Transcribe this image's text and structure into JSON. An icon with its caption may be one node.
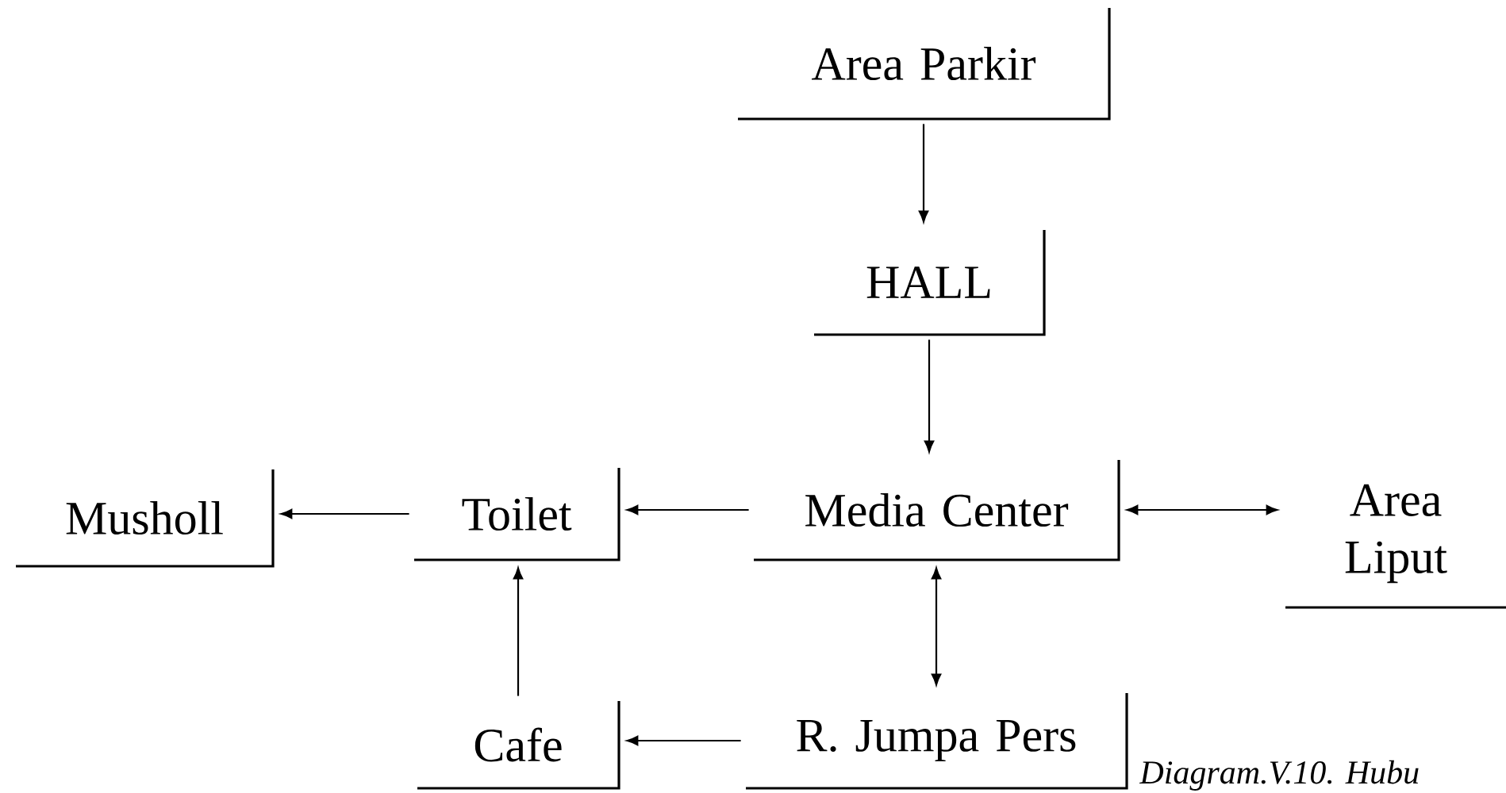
{
  "diagram": {
    "caption": "Diagram.V.10. Hubu",
    "nodes": [
      {
        "text": [
          "Area Parkir"
        ]
      },
      {
        "text": [
          "HALL"
        ]
      },
      {
        "text": [
          "Musholl"
        ]
      },
      {
        "text": [
          "Toilet"
        ]
      },
      {
        "text": [
          "Media Center"
        ]
      },
      {
        "text": [
          "Area Liput"
        ]
      },
      {
        "text": [
          "Cafe"
        ]
      },
      {
        "text": [
          "R. Jumpa Pers"
        ]
      }
    ],
    "edges": [
      {
        "from": 0,
        "to": 1,
        "arrow": "to"
      },
      {
        "from": 1,
        "to": 4,
        "arrow": "to"
      },
      {
        "from": 4,
        "to": 3,
        "arrow": "to"
      },
      {
        "from": 3,
        "to": 2,
        "arrow": "to"
      },
      {
        "from": 4,
        "to": 5,
        "arrow": "both"
      },
      {
        "from": 4,
        "to": 7,
        "arrow": "both"
      },
      {
        "from": 7,
        "to": 6,
        "arrow": "to"
      },
      {
        "from": 6,
        "to": 3,
        "arrow": "to"
      }
    ]
  }
}
